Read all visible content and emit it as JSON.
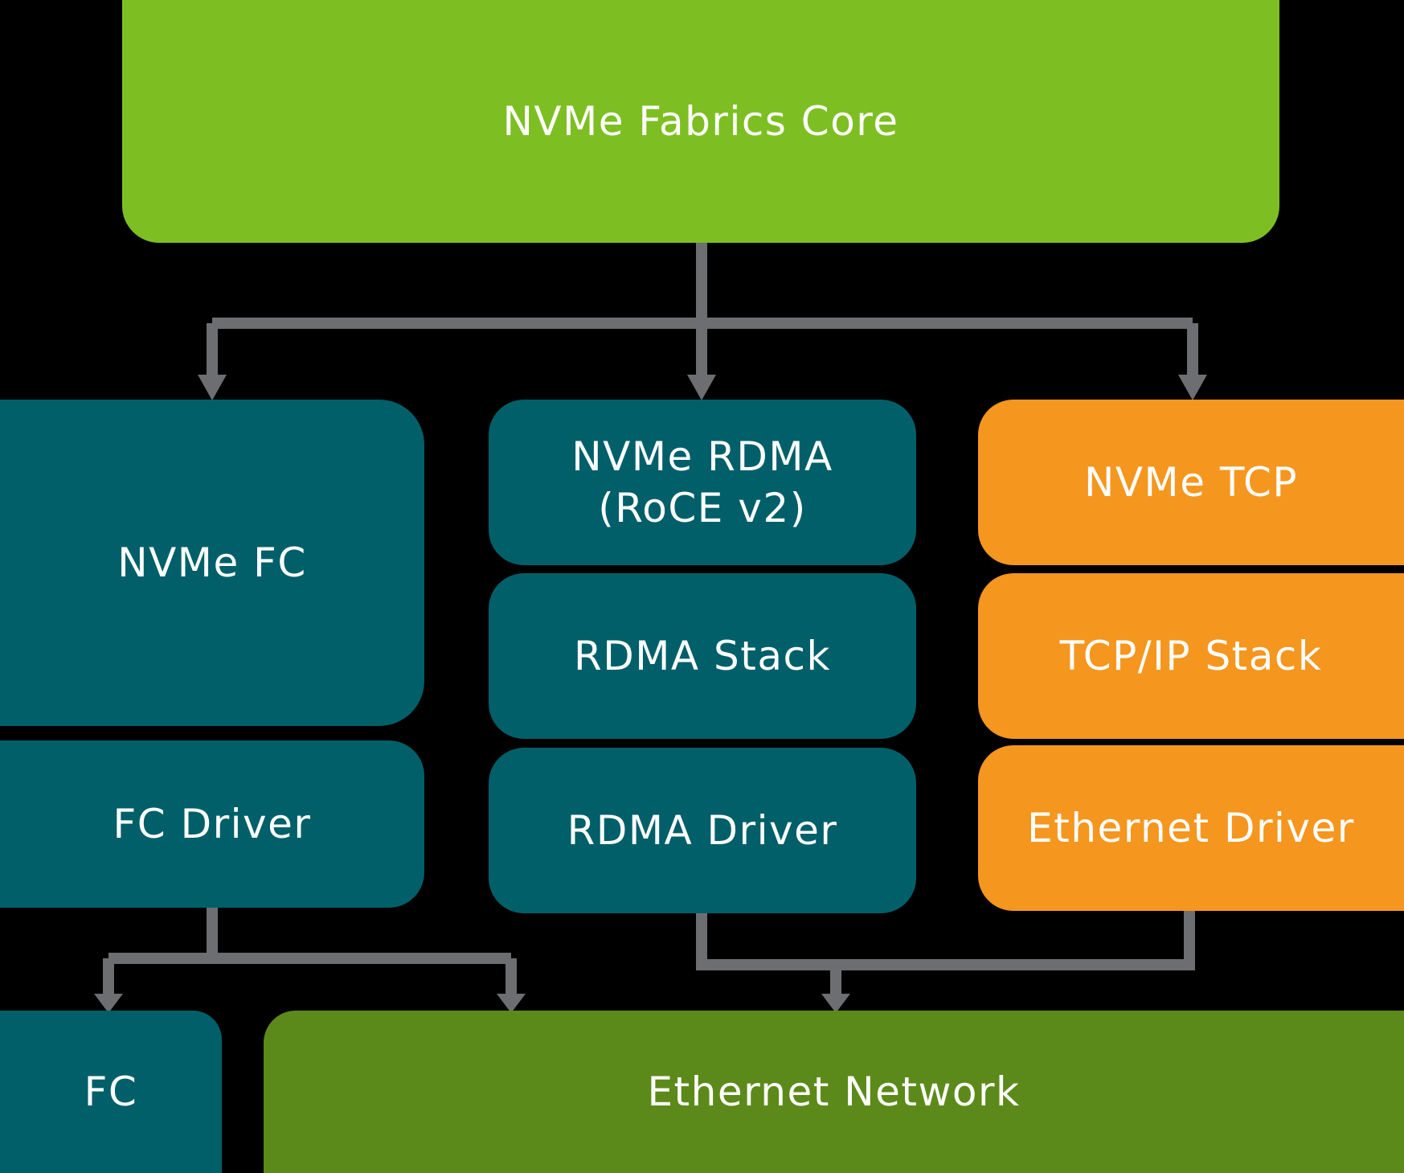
{
  "colors": {
    "core": "#7dbf23",
    "teal": "#005f69",
    "orange": "#f5961f",
    "network": "#5c8a1a",
    "connector": "#6d6e71",
    "background": "#000000"
  },
  "boxes": {
    "core": "NVMe Fabrics Core",
    "nvme_fc": "NVMe FC",
    "fc_driver": "FC Driver",
    "nvme_rdma_line1": "NVMe RDMA",
    "nvme_rdma_line2": "(RoCE v2)",
    "rdma_stack": "RDMA Stack",
    "rdma_driver": "RDMA Driver",
    "nvme_tcp": "NVMe TCP",
    "tcpip_stack": "TCP/IP Stack",
    "ethernet_driver": "Ethernet Driver",
    "fc": "FC",
    "ethernet_network": "Ethernet Network"
  }
}
